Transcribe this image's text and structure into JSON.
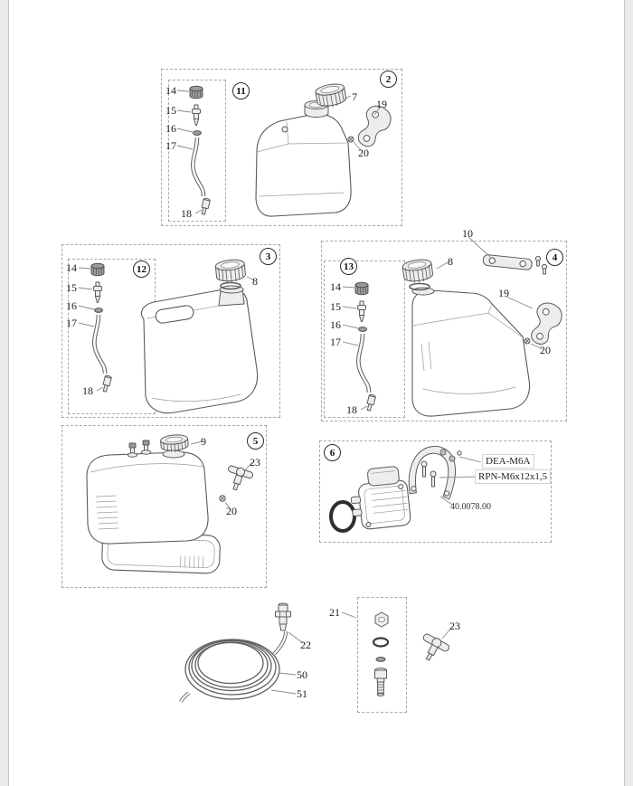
{
  "colors": {
    "paper": "#ffffff",
    "edge_strip": "#ebebe9",
    "drawing_line": "#5a5a5a",
    "leader_line": "#8a8a8a",
    "dashed_box": "#a8a8a8"
  },
  "groups": {
    "top": {
      "badge": "2",
      "kit_badge": "11",
      "kit": [
        "14",
        "15",
        "16",
        "17",
        "18"
      ],
      "cap": "7",
      "bracket": "19",
      "screw": "20"
    },
    "mid_left": {
      "badge": "3",
      "kit_badge": "12",
      "kit": [
        "14",
        "15",
        "16",
        "17",
        "18"
      ],
      "cap": "8"
    },
    "mid_right": {
      "badge": "4",
      "kit_badge": "13",
      "kit": [
        "14",
        "15",
        "16",
        "17",
        "18"
      ],
      "cap": "8",
      "bar": "10",
      "bracket": "19",
      "screw": "20"
    },
    "bottom_left": {
      "badge": "5",
      "cap": "9",
      "tap": "23",
      "screw": "20"
    },
    "pump": {
      "badge": "6",
      "bracket_code": "DEA-M6A",
      "screws_code": "RPN-M6x12x1,5",
      "assembly_code": "40.0078.00"
    },
    "bottom": {
      "kit_label": "21",
      "fitting": "22",
      "tap": "23",
      "hose": "50",
      "hose_end": "51"
    }
  }
}
